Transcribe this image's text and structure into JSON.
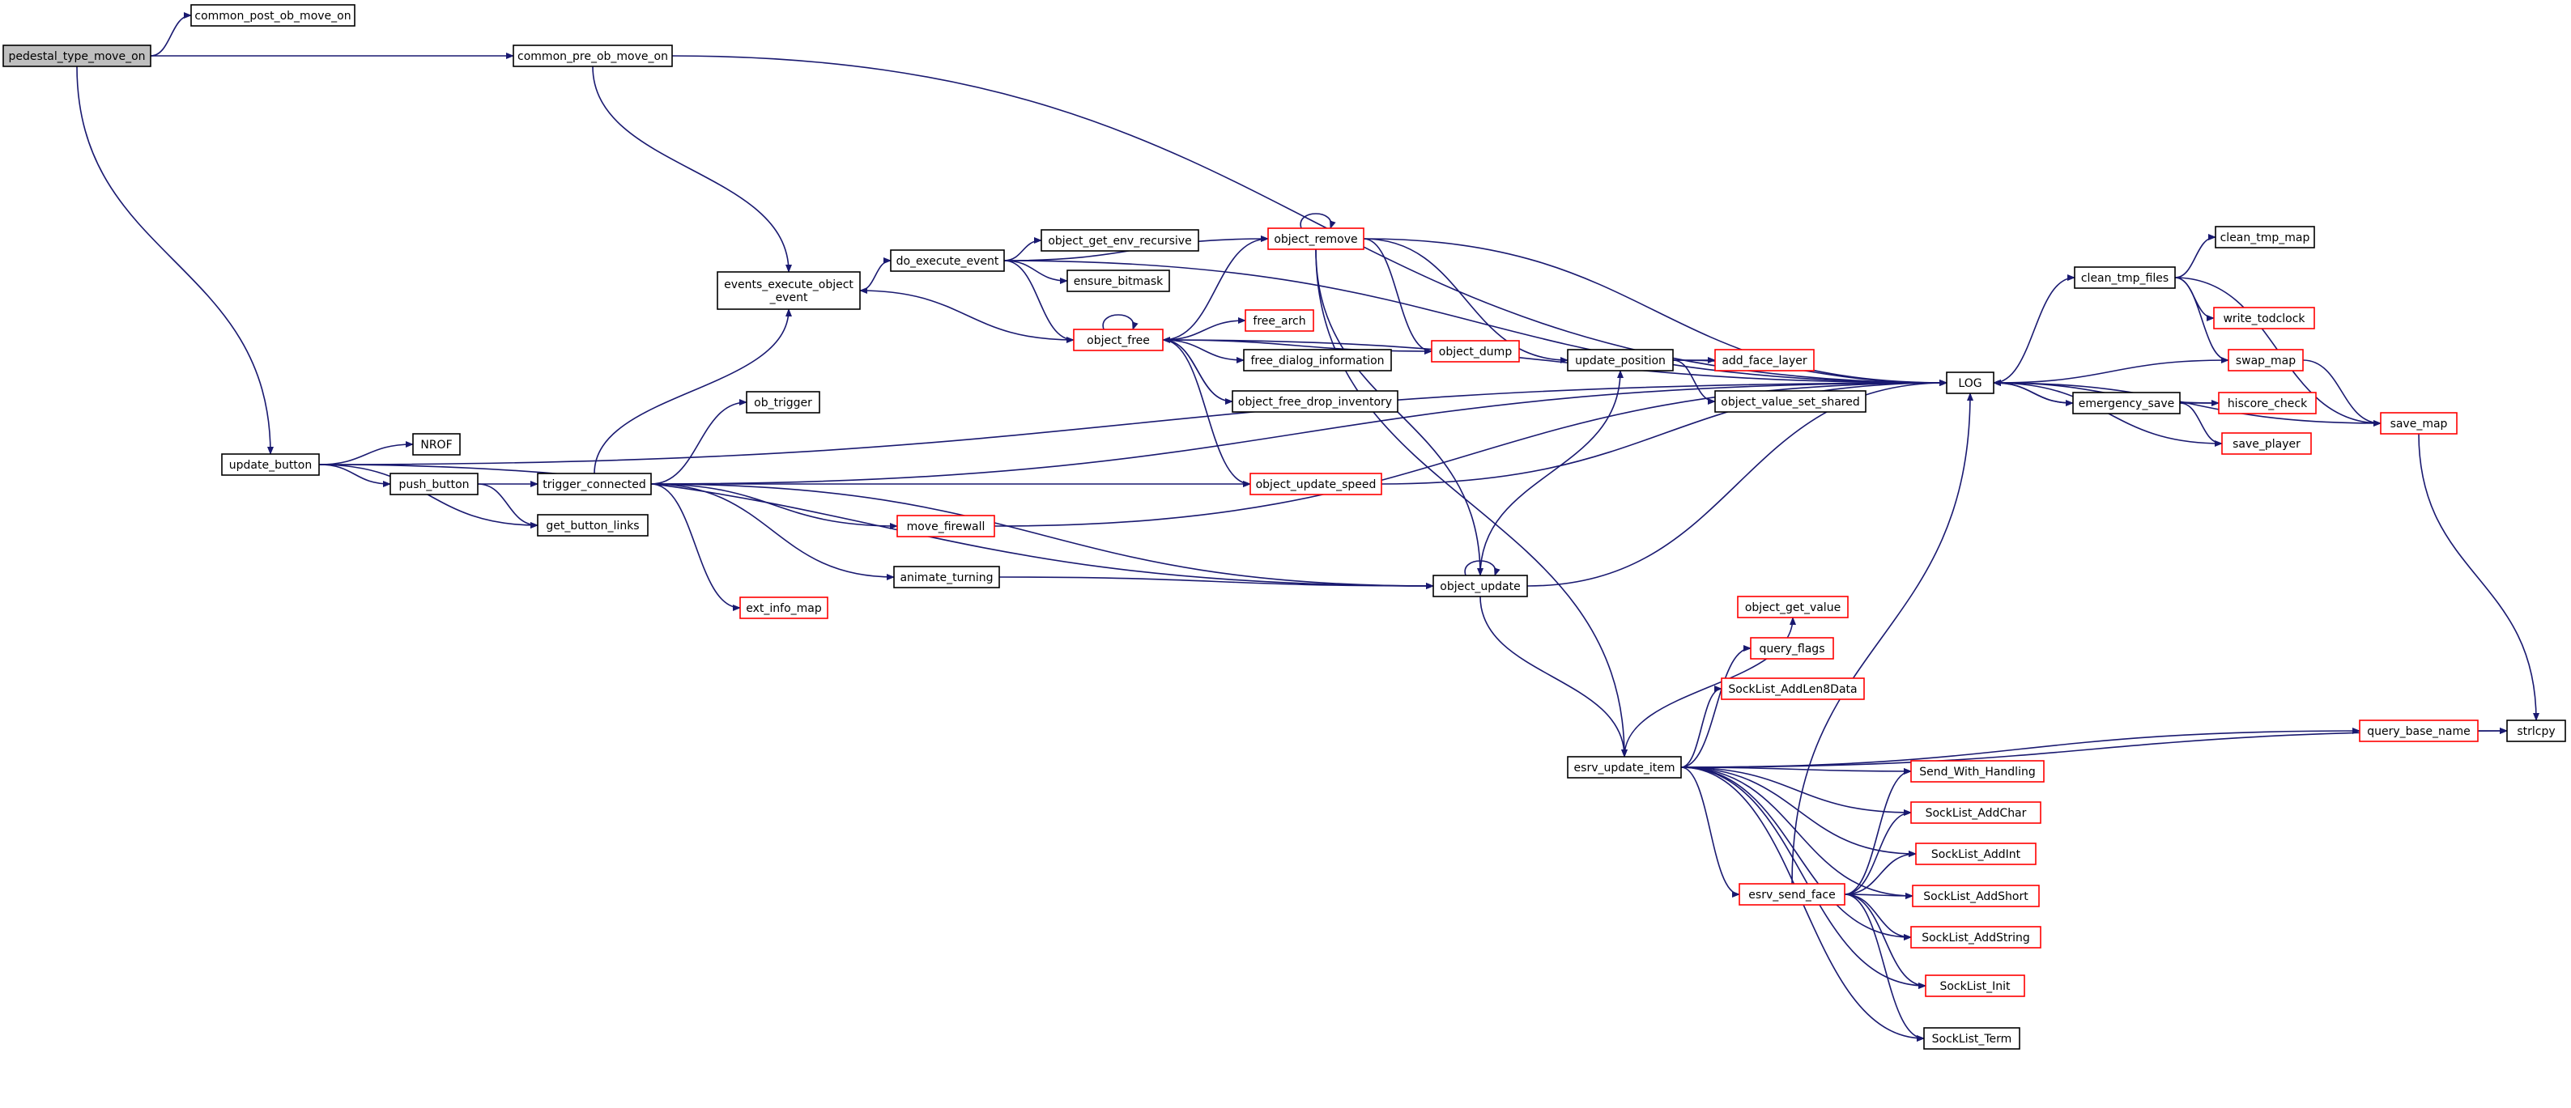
{
  "colors": {
    "edge": "#191970",
    "root_fill": "#bfbfbf",
    "normal_border": "#000000",
    "truncated_border": "#ff0000",
    "node_fill": "#ffffff",
    "label": "#000000"
  },
  "nodes": [
    {
      "id": "pedestal_type_move_on",
      "label": "pedestal_type_move_on",
      "style": "root"
    },
    {
      "id": "common_post_ob_move_on",
      "label": "common_post_ob_move_on",
      "style": "normal"
    },
    {
      "id": "common_pre_ob_move_on",
      "label": "common_pre_ob_move_on",
      "style": "normal"
    },
    {
      "id": "update_button",
      "label": "update_button",
      "style": "normal"
    },
    {
      "id": "NROF",
      "label": "NROF",
      "style": "normal"
    },
    {
      "id": "push_button",
      "label": "push_button",
      "style": "normal"
    },
    {
      "id": "get_button_links",
      "label": "get_button_links",
      "style": "normal"
    },
    {
      "id": "trigger_connected",
      "label": "trigger_connected",
      "style": "normal"
    },
    {
      "id": "events_execute_object_event",
      "label": "events_execute_object\n_event",
      "style": "normal"
    },
    {
      "id": "ob_trigger",
      "label": "ob_trigger",
      "style": "normal"
    },
    {
      "id": "ext_info_map",
      "label": "ext_info_map",
      "style": "truncated"
    },
    {
      "id": "do_execute_event",
      "label": "do_execute_event",
      "style": "normal"
    },
    {
      "id": "animate_turning",
      "label": "animate_turning",
      "style": "normal"
    },
    {
      "id": "move_firewall",
      "label": "move_firewall",
      "style": "truncated"
    },
    {
      "id": "object_get_env_recursive",
      "label": "object_get_env_recursive",
      "style": "normal"
    },
    {
      "id": "ensure_bitmask",
      "label": "ensure_bitmask",
      "style": "normal"
    },
    {
      "id": "object_free",
      "label": "object_free",
      "style": "truncated"
    },
    {
      "id": "object_remove",
      "label": "object_remove",
      "style": "truncated"
    },
    {
      "id": "free_arch",
      "label": "free_arch",
      "style": "truncated"
    },
    {
      "id": "free_dialog_information",
      "label": "free_dialog_information",
      "style": "normal"
    },
    {
      "id": "object_free_drop_inventory",
      "label": "object_free_drop_inventory",
      "style": "normal"
    },
    {
      "id": "object_update_speed",
      "label": "object_update_speed",
      "style": "truncated"
    },
    {
      "id": "object_dump",
      "label": "object_dump",
      "style": "truncated"
    },
    {
      "id": "object_update",
      "label": "object_update",
      "style": "normal"
    },
    {
      "id": "update_position",
      "label": "update_position",
      "style": "normal"
    },
    {
      "id": "add_face_layer",
      "label": "add_face_layer",
      "style": "truncated"
    },
    {
      "id": "object_value_set_shared",
      "label": "object_value_set_shared",
      "style": "normal"
    },
    {
      "id": "esrv_update_item",
      "label": "esrv_update_item",
      "style": "normal"
    },
    {
      "id": "object_get_value",
      "label": "object_get_value",
      "style": "truncated"
    },
    {
      "id": "query_flags",
      "label": "query_flags",
      "style": "truncated"
    },
    {
      "id": "SockList_AddLen8Data",
      "label": "SockList_AddLen8Data",
      "style": "truncated"
    },
    {
      "id": "esrv_send_face",
      "label": "esrv_send_face",
      "style": "truncated"
    },
    {
      "id": "Send_With_Handling",
      "label": "Send_With_Handling",
      "style": "truncated"
    },
    {
      "id": "SockList_AddChar",
      "label": "SockList_AddChar",
      "style": "truncated"
    },
    {
      "id": "SockList_AddInt",
      "label": "SockList_AddInt",
      "style": "truncated"
    },
    {
      "id": "SockList_AddShort",
      "label": "SockList_AddShort",
      "style": "truncated"
    },
    {
      "id": "SockList_AddString",
      "label": "SockList_AddString",
      "style": "truncated"
    },
    {
      "id": "SockList_Init",
      "label": "SockList_Init",
      "style": "truncated"
    },
    {
      "id": "SockList_Term",
      "label": "SockList_Term",
      "style": "normal"
    },
    {
      "id": "LOG",
      "label": "LOG",
      "style": "normal"
    },
    {
      "id": "clean_tmp_files",
      "label": "clean_tmp_files",
      "style": "normal"
    },
    {
      "id": "clean_tmp_map",
      "label": "clean_tmp_map",
      "style": "normal"
    },
    {
      "id": "write_todclock",
      "label": "write_todclock",
      "style": "truncated"
    },
    {
      "id": "swap_map",
      "label": "swap_map",
      "style": "truncated"
    },
    {
      "id": "emergency_save",
      "label": "emergency_save",
      "style": "normal"
    },
    {
      "id": "hiscore_check",
      "label": "hiscore_check",
      "style": "truncated"
    },
    {
      "id": "save_player",
      "label": "save_player",
      "style": "truncated"
    },
    {
      "id": "save_map",
      "label": "save_map",
      "style": "truncated"
    },
    {
      "id": "query_base_name",
      "label": "query_base_name",
      "style": "truncated"
    },
    {
      "id": "strlcpy",
      "label": "strlcpy",
      "style": "normal"
    }
  ],
  "edges": [
    [
      "pedestal_type_move_on",
      "common_post_ob_move_on"
    ],
    [
      "pedestal_type_move_on",
      "common_pre_ob_move_on"
    ],
    [
      "pedestal_type_move_on",
      "update_button"
    ],
    [
      "common_pre_ob_move_on",
      "events_execute_object_event"
    ],
    [
      "common_pre_ob_move_on",
      "LOG"
    ],
    [
      "update_button",
      "LOG"
    ],
    [
      "update_button",
      "NROF"
    ],
    [
      "update_button",
      "push_button"
    ],
    [
      "update_button",
      "get_button_links"
    ],
    [
      "update_button",
      "object_update"
    ],
    [
      "push_button",
      "get_button_links"
    ],
    [
      "push_button",
      "trigger_connected"
    ],
    [
      "trigger_connected",
      "events_execute_object_event"
    ],
    [
      "trigger_connected",
      "ob_trigger"
    ],
    [
      "trigger_connected",
      "LOG"
    ],
    [
      "trigger_connected",
      "object_update_speed"
    ],
    [
      "trigger_connected",
      "move_firewall"
    ],
    [
      "trigger_connected",
      "animate_turning"
    ],
    [
      "trigger_connected",
      "ext_info_map"
    ],
    [
      "trigger_connected",
      "object_update"
    ],
    [
      "events_execute_object_event",
      "do_execute_event"
    ],
    [
      "do_execute_event",
      "object_get_env_recursive"
    ],
    [
      "do_execute_event",
      "ensure_bitmask"
    ],
    [
      "do_execute_event",
      "object_free"
    ],
    [
      "do_execute_event",
      "object_remove"
    ],
    [
      "do_execute_event",
      "LOG"
    ],
    [
      "object_free",
      "events_execute_object_event"
    ],
    [
      "object_free",
      "object_free"
    ],
    [
      "object_free",
      "object_remove"
    ],
    [
      "object_free",
      "free_arch"
    ],
    [
      "object_free",
      "free_dialog_information"
    ],
    [
      "object_free",
      "object_free_drop_inventory"
    ],
    [
      "object_free",
      "object_update_speed"
    ],
    [
      "object_free",
      "object_dump"
    ],
    [
      "object_free",
      "LOG"
    ],
    [
      "object_free_drop_inventory",
      "object_free"
    ],
    [
      "object_remove",
      "object_remove"
    ],
    [
      "object_remove",
      "object_dump"
    ],
    [
      "object_remove",
      "object_update"
    ],
    [
      "object_remove",
      "update_position"
    ],
    [
      "object_remove",
      "esrv_update_item"
    ],
    [
      "object_remove",
      "LOG"
    ],
    [
      "object_update_speed",
      "LOG"
    ],
    [
      "move_firewall",
      "LOG"
    ],
    [
      "animate_turning",
      "object_update"
    ],
    [
      "object_update",
      "object_update"
    ],
    [
      "object_update",
      "update_position"
    ],
    [
      "object_update",
      "LOG"
    ],
    [
      "object_update",
      "esrv_update_item"
    ],
    [
      "update_position",
      "add_face_layer"
    ],
    [
      "update_position",
      "object_value_set_shared"
    ],
    [
      "update_position",
      "LOG"
    ],
    [
      "esrv_update_item",
      "object_get_value"
    ],
    [
      "esrv_update_item",
      "query_flags"
    ],
    [
      "esrv_update_item",
      "SockList_AddLen8Data"
    ],
    [
      "esrv_update_item",
      "query_base_name"
    ],
    [
      "esrv_update_item",
      "Send_With_Handling"
    ],
    [
      "esrv_update_item",
      "SockList_AddChar"
    ],
    [
      "esrv_update_item",
      "SockList_AddInt"
    ],
    [
      "esrv_update_item",
      "esrv_send_face"
    ],
    [
      "esrv_update_item",
      "SockList_AddShort"
    ],
    [
      "esrv_update_item",
      "SockList_AddString"
    ],
    [
      "esrv_update_item",
      "SockList_Init"
    ],
    [
      "esrv_update_item",
      "SockList_Term"
    ],
    [
      "esrv_update_item",
      "strlcpy"
    ],
    [
      "esrv_send_face",
      "LOG"
    ],
    [
      "esrv_send_face",
      "Send_With_Handling"
    ],
    [
      "esrv_send_face",
      "SockList_AddChar"
    ],
    [
      "esrv_send_face",
      "SockList_AddInt"
    ],
    [
      "esrv_send_face",
      "SockList_AddShort"
    ],
    [
      "esrv_send_face",
      "SockList_AddString"
    ],
    [
      "esrv_send_face",
      "SockList_Init"
    ],
    [
      "esrv_send_face",
      "SockList_Term"
    ],
    [
      "LOG",
      "clean_tmp_files"
    ],
    [
      "LOG",
      "emergency_save"
    ],
    [
      "clean_tmp_files",
      "clean_tmp_map"
    ],
    [
      "clean_tmp_files",
      "write_todclock"
    ],
    [
      "clean_tmp_files",
      "swap_map"
    ],
    [
      "clean_tmp_files",
      "save_map"
    ],
    [
      "swap_map",
      "LOG"
    ],
    [
      "swap_map",
      "save_map"
    ],
    [
      "emergency_save",
      "LOG"
    ],
    [
      "emergency_save",
      "hiscore_check"
    ],
    [
      "emergency_save",
      "save_player"
    ],
    [
      "hiscore_check",
      "LOG"
    ],
    [
      "save_player",
      "LOG"
    ],
    [
      "save_map",
      "LOG"
    ],
    [
      "save_map",
      "strlcpy"
    ],
    [
      "query_base_name",
      "strlcpy"
    ]
  ]
}
